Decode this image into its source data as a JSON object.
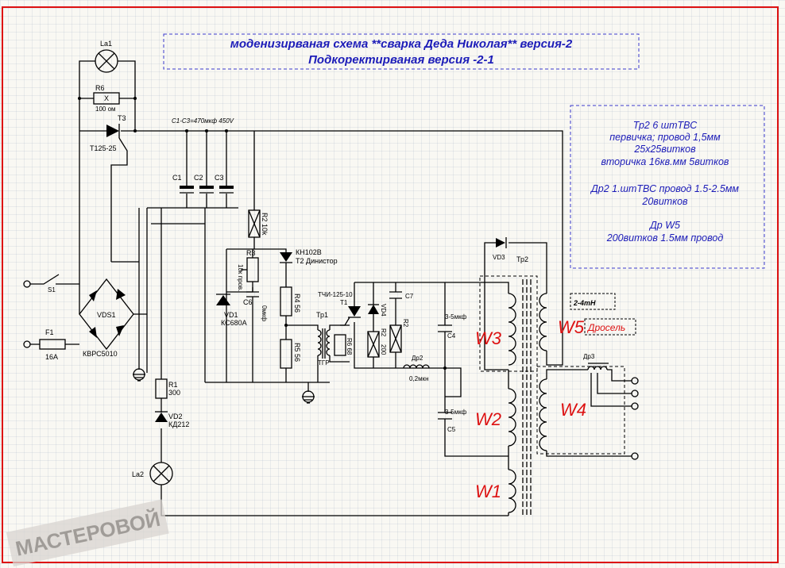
{
  "title": {
    "line1": "моденизирваная схема **сварка Деда Николая** версия-2",
    "line2": "Подкоректирваная версия -2-1"
  },
  "specs": {
    "tr2_line1": "Тр2   6 штТВС",
    "tr2_line2": "первичка;  провод  1,5мм",
    "tr2_line3": "25х25витков",
    "tr2_line4": "вторичка 16кв.мм    5витков",
    "dr2_line1": "Др2  1.штТВС  провод 1.5-2.5мм",
    "dr2_line2": "20витков",
    "dr_w5_line1": "Др W5",
    "dr_w5_line2": "200витков  1.5мм провод"
  },
  "labels": {
    "la1": "La1",
    "r6": "R6",
    "r6_mark": "X",
    "r6_value": "100 ом",
    "t3": "T3",
    "t3_type": "T125-25",
    "c_bank": "C1-C3=470мкф 450V",
    "c1": "C1",
    "c2": "C2",
    "c3": "C3",
    "r2": "R2 10k",
    "kn102": "КН102В",
    "t2": "T2 Динистор",
    "r3": "R3",
    "r3_note": "10к пров.",
    "r4": "R4 56",
    "r5": "R5 56",
    "vd1": "VD1",
    "vd1_type": "КС680А",
    "c6": "C6",
    "c6_value": "0мкф",
    "tchi": "ТЧИ-125-10",
    "t1": "T1",
    "tp1": "Тр1",
    "tgr": "ТГР",
    "r6b": "R6 68",
    "vd4": "VD4",
    "r2b": "R2",
    "r2b_value": "200",
    "r2c": "R2",
    "c7": "C7",
    "dr2": "Др2",
    "dr2_value": "0,2мкн",
    "c4_value": "3-5мкф",
    "c4": "C4",
    "c5_value": "3-5мкф",
    "c5": "C5",
    "s1": "S1",
    "vds1": "VDS1",
    "kbpc": "КВРС5010",
    "f1": "F1",
    "f1_value": "16A",
    "r1": "R1",
    "r1_value": "300",
    "vd2": "VD2",
    "vd2_type": "КД212",
    "la2": "La2",
    "vd3": "VD3",
    "tp2": "Тр2",
    "dr3": "Др3",
    "w1": "W1",
    "w2": "W2",
    "w3": "W3",
    "w4": "W4",
    "w5": "W5",
    "inductance": "2-4mH",
    "choke": "Дросель"
  },
  "watermark": "МАСТЕРОВОЙ",
  "colors": {
    "border": "#dd1111",
    "text_blue": "#1c1cb8",
    "winding_label": "#dd1111",
    "wire": "#000000"
  }
}
